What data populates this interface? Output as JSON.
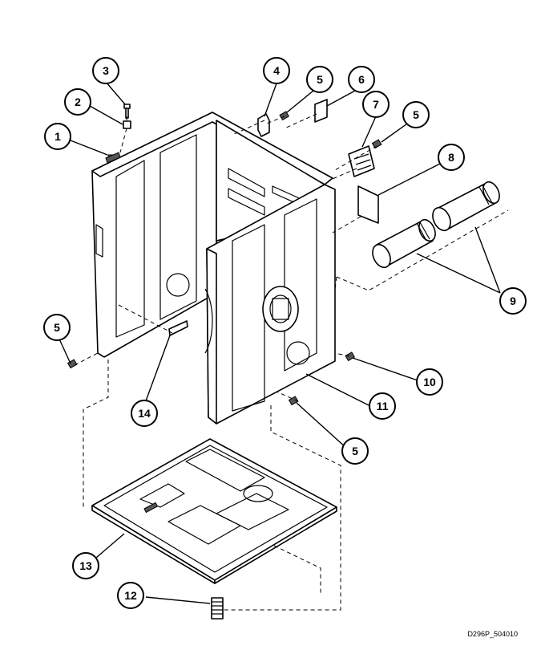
{
  "drawing_id": "D296P_504010",
  "callouts": [
    {
      "key": "c1",
      "label": "1"
    },
    {
      "key": "c2",
      "label": "2"
    },
    {
      "key": "c3",
      "label": "3"
    },
    {
      "key": "c4",
      "label": "4"
    },
    {
      "key": "c5a",
      "label": "5"
    },
    {
      "key": "c6",
      "label": "6"
    },
    {
      "key": "c7",
      "label": "7"
    },
    {
      "key": "c5b",
      "label": "5"
    },
    {
      "key": "c8",
      "label": "8"
    },
    {
      "key": "c9",
      "label": "9"
    },
    {
      "key": "c5c",
      "label": "5"
    },
    {
      "key": "c10",
      "label": "10"
    },
    {
      "key": "c11",
      "label": "11"
    },
    {
      "key": "c14",
      "label": "14"
    },
    {
      "key": "c5d",
      "label": "5"
    },
    {
      "key": "c13",
      "label": "13"
    },
    {
      "key": "c12",
      "label": "12"
    }
  ]
}
